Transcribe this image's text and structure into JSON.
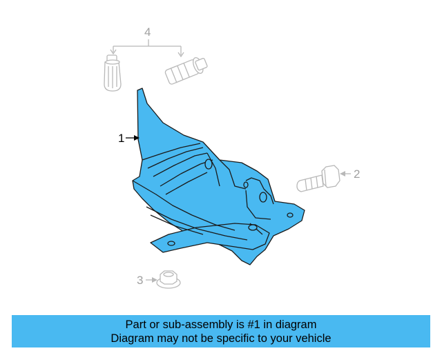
{
  "colors": {
    "part_fill": "#49b9f1",
    "part_stroke": "#1a1a1a",
    "ghost_stroke": "#b8b8b8",
    "ghost_text": "#a0a0a0",
    "banner_bg": "#49b9f1"
  },
  "callouts": {
    "c1": "1",
    "c2": "2",
    "c3": "3",
    "c4": "4"
  },
  "banner": {
    "line1": "Part or sub-assembly is #1 in diagram",
    "line2": "Diagram may not be specific to your vehicle"
  }
}
